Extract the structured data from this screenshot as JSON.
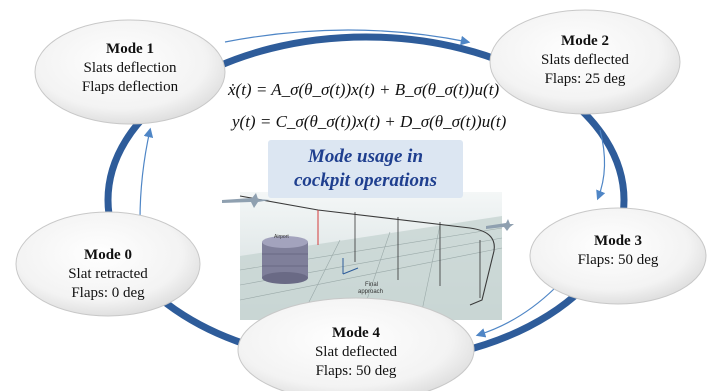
{
  "modes": [
    {
      "id": "mode-1",
      "title": "Mode 1",
      "lines": [
        "Slats deflection",
        "Flaps deflection"
      ]
    },
    {
      "id": "mode-2",
      "title": "Mode 2",
      "lines": [
        "Slats deflected",
        "Flaps: 25 deg"
      ]
    },
    {
      "id": "mode-3",
      "title": "Mode 3",
      "lines": [
        "Flaps: 50 deg"
      ]
    },
    {
      "id": "mode-4",
      "title": "Mode 4",
      "lines": [
        "Slat deflected",
        "Flaps: 50 deg"
      ]
    },
    {
      "id": "mode-0",
      "title": "Mode 0",
      "lines": [
        "Slat retracted",
        "Flaps: 0 deg"
      ]
    }
  ],
  "equations": {
    "state": "ẋ(t) = A_σ(θ_σ(t))x(t) + B_σ(θ_σ(t))u(t)",
    "output": "y(t) = C_σ(θ_σ(t))x(t) + D_σ(θ_σ(t))u(t)"
  },
  "banner": {
    "line1": "Mode usage in",
    "line2": "cockpit operations"
  },
  "photo_labels": {
    "airport": "Airport",
    "final": "Final",
    "approach": "approach"
  },
  "colors": {
    "cycle": "#2e5c9a",
    "arrow": "#4f86c6",
    "banner_bg": "#dce6f2",
    "banner_text": "#1f3f8f"
  }
}
